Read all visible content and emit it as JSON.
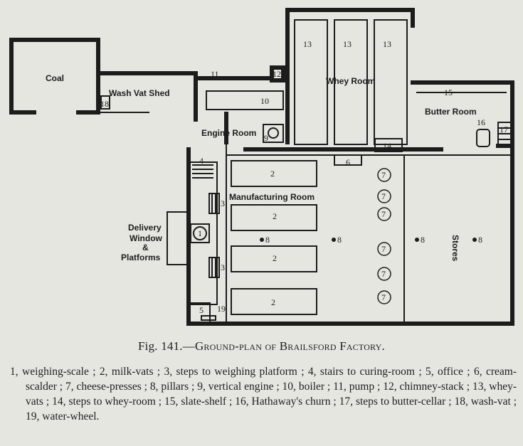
{
  "labels": {
    "coal": "Coal",
    "wash_vat_shed": "Wash Vat Shed",
    "whey_room": "Whey Room",
    "butter_room": "Butter Room",
    "engine_room": "Engine Room",
    "manufacturing_room": "Manufacturing Room",
    "delivery_1": "Delivery",
    "delivery_2": "Window",
    "delivery_3": "&",
    "delivery_4": "Platforms",
    "stores": "Stores"
  },
  "numbers": {
    "n1": "1",
    "n2": "2",
    "n3": "3",
    "n4": "4",
    "n5": "5",
    "n6": "6",
    "n7": "7",
    "n8": "8",
    "n9": "9",
    "n10": "10",
    "n11": "11",
    "n12": "12",
    "n13": "13",
    "n14": "14",
    "n15": "15",
    "n16": "16",
    "n17": "17",
    "n18": "18",
    "n19": "19"
  },
  "caption": {
    "fig": "Fig. 141.—",
    "title": "Ground-plan of Brailsford Factory."
  },
  "legend": "1, weighing-scale ; 2, milk-vats ; 3, steps to weighing platform ; 4, stairs to curing-room ; 5, office ; 6, cream-scalder ; 7, cheese-presses ; 8, pillars ; 9, vertical engine ; 10, boiler ; 11, pump ; 12, chimney-stack ; 13, whey-vats ; 14, steps to whey-room ; 15, slate-shelf ; 16, Hathaway's churn ; 17, steps to butter-cellar ; 18, wash-vat ; 19, water-wheel."
}
